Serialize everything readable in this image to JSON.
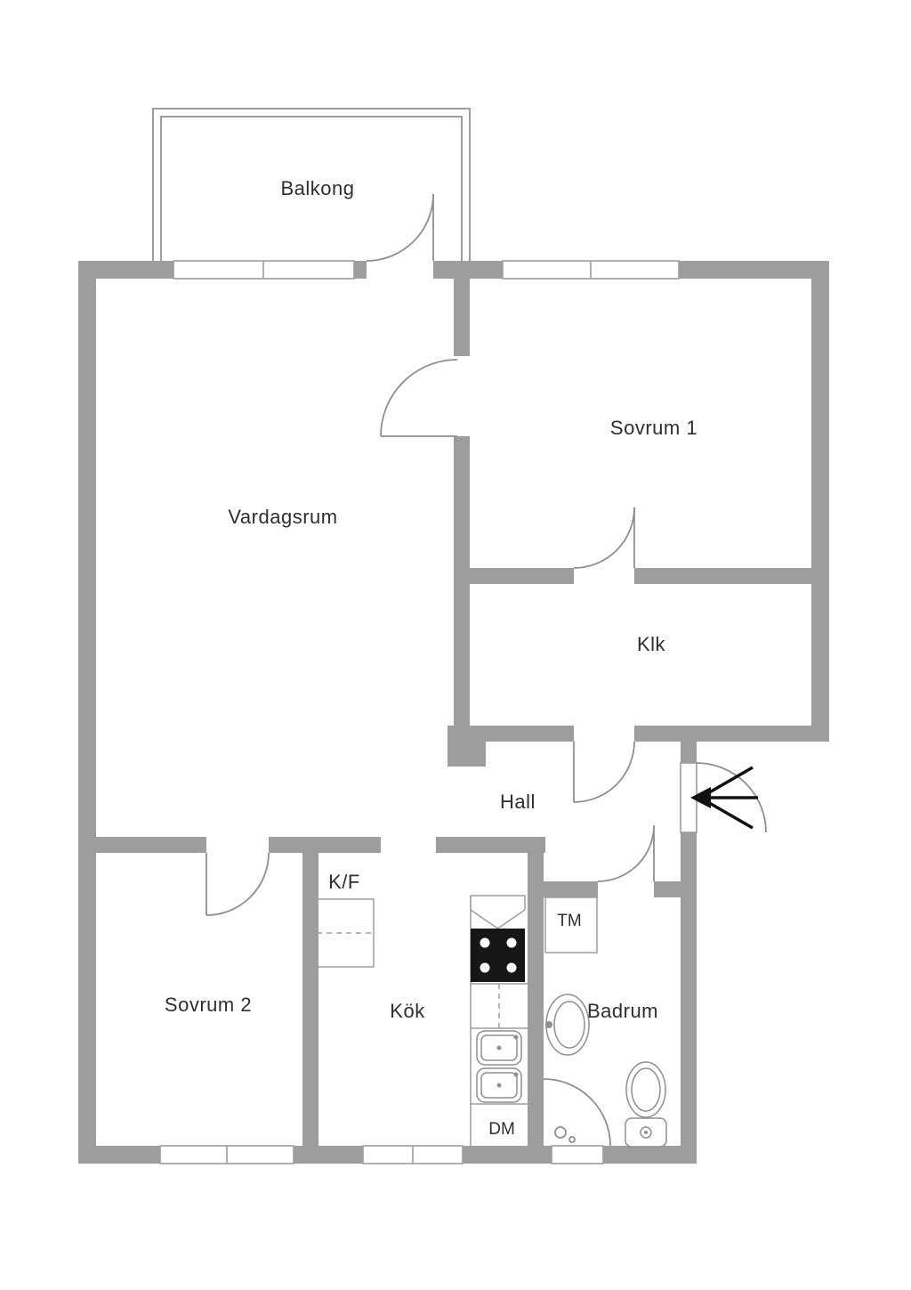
{
  "floorplan": {
    "labels": {
      "balcony": "Balkong",
      "living_room": "Vardagsrum",
      "bedroom1": "Sovrum 1",
      "closet": "Klk",
      "hall": "Hall",
      "bedroom2": "Sovrum 2",
      "fridge_freezer": "K/F",
      "kitchen": "Kök",
      "washing_machine": "TM",
      "bathroom": "Badrum",
      "dishwasher": "DM"
    },
    "colors": {
      "wall": "#9d9d9d",
      "thin_line": "#9d9d9d",
      "door_arc": "#8f8f8f",
      "text": "#2e2e2e",
      "stove": "#161616",
      "arrow": "#111111",
      "background": "#ffffff"
    }
  }
}
